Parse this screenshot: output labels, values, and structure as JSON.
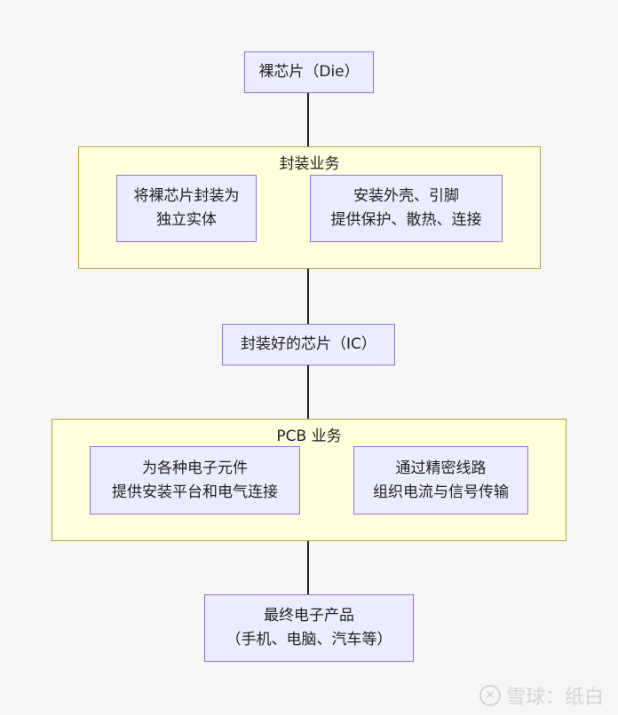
{
  "nodes": {
    "die": "裸芯片（Die）",
    "ic": "封装好的芯片（IC）",
    "final": [
      "最终电子产品",
      "（手机、电脑、汽车等）"
    ]
  },
  "packaging": {
    "title": "封装业务",
    "boxes": [
      [
        "将裸芯片封装为",
        "独立实体"
      ],
      [
        "安装外壳、引脚",
        "提供保护、散热、连接"
      ]
    ]
  },
  "pcb": {
    "title": "PCB 业务",
    "boxes": [
      [
        "为各种电子元件",
        "提供安装平台和电气连接"
      ],
      [
        "通过精密线路",
        "组织电流与信号传输"
      ]
    ]
  },
  "watermark": "雪球：纸白"
}
